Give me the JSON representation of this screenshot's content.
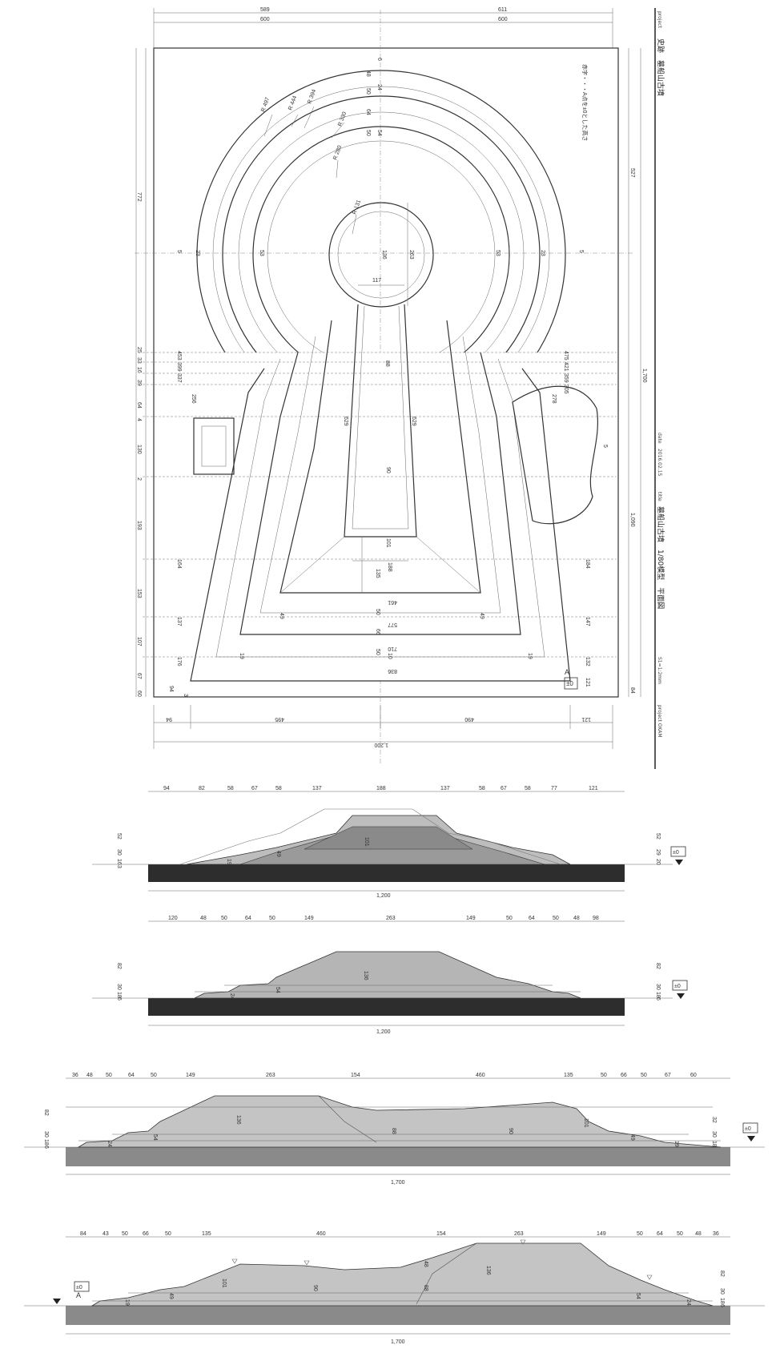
{
  "plan": {
    "top_dims": [
      "589",
      "611",
      "600",
      "600"
    ],
    "bottom_dims": [
      "94",
      "495",
      "490",
      "121",
      "1,200"
    ],
    "left_dims": [
      "772",
      "25",
      "33",
      "16",
      "39",
      "64",
      "4",
      "130",
      "2",
      "193",
      "153",
      "107",
      "67",
      "60"
    ],
    "right_dims": [
      "527",
      "1,700",
      "1,090",
      "84"
    ],
    "radius_labels": [
      "R 497",
      "R 444",
      "R 394",
      "R 330",
      "R 280",
      "R 131"
    ],
    "note": "赤字・・・A点を±0とした高さ",
    "ring_labels": [
      "6",
      "48",
      "24",
      "50",
      "64",
      "50",
      "54",
      "5",
      "23",
      "53",
      "53",
      "23",
      "5",
      "136",
      "263",
      "117"
    ],
    "body_labels": [
      "88",
      "629",
      "629",
      "90",
      "101",
      "135",
      "188",
      "461",
      "577",
      "710",
      "836",
      "49",
      "49",
      "50",
      "66",
      "50",
      "19",
      "19",
      "10",
      "5"
    ],
    "row_labels_left": [
      "453",
      "399",
      "337",
      "256",
      "137",
      "176",
      "164",
      "94",
      "3"
    ],
    "row_labels_right": [
      "475",
      "421",
      "359",
      "305",
      "278",
      "184",
      "147",
      "132",
      "121"
    ],
    "point_a": "A",
    "point_a_level": "±0"
  },
  "title_block": {
    "project_label": "project",
    "project": "史跡　墓船山古墳",
    "date_label": "date",
    "date": "2016.02.15",
    "title_label": "title",
    "title": "墓船山古墳　1/80模型　平面図",
    "scale": "S1=1:2mm",
    "credit": "project OKAM"
  },
  "sections": [
    {
      "top_dims": [
        "94",
        "82",
        "58",
        "67",
        "58",
        "137",
        "188",
        "137",
        "58",
        "67",
        "58",
        "77",
        "121"
      ],
      "left_dims": [
        "52",
        "30",
        "16",
        "3"
      ],
      "right_dims": [
        "52",
        "29",
        "20"
      ],
      "inner_labels": [
        "101",
        "49",
        "19"
      ],
      "total": "1,200",
      "level": "±0"
    },
    {
      "top_dims": [
        "120",
        "48",
        "50",
        "64",
        "50",
        "149",
        "263",
        "149",
        "50",
        "64",
        "50",
        "48",
        "98"
      ],
      "left_dims": [
        "82",
        "30",
        "18",
        "6"
      ],
      "right_dims": [
        "82",
        "30",
        "18",
        "6"
      ],
      "inner_labels": [
        "136",
        "54",
        "24"
      ],
      "total": "1,200",
      "level": "±0"
    },
    {
      "top_dims": [
        "36",
        "48",
        "50",
        "64",
        "50",
        "149",
        "263",
        "154",
        "460",
        "135",
        "50",
        "66",
        "50",
        "67",
        "60"
      ],
      "left_dims": [
        "82",
        "30",
        "18",
        "6"
      ],
      "right_dims": [
        "32",
        "30",
        "18"
      ],
      "inner_labels": [
        "136",
        "54",
        "24",
        "88",
        "90",
        "101",
        "49",
        "19"
      ],
      "total": "1,700",
      "level": "±0"
    },
    {
      "top_dims": [
        "84",
        "43",
        "50",
        "66",
        "50",
        "135",
        "460",
        "154",
        "263",
        "149",
        "50",
        "64",
        "50",
        "48",
        "36"
      ],
      "left_dims": [
        "A"
      ],
      "right_dims": [
        "82",
        "30",
        "18",
        "6"
      ],
      "inner_labels": [
        "101",
        "90",
        "88",
        "136",
        "54",
        "24",
        "49",
        "19",
        "48"
      ],
      "total": "1,700",
      "level": "±0"
    }
  ]
}
